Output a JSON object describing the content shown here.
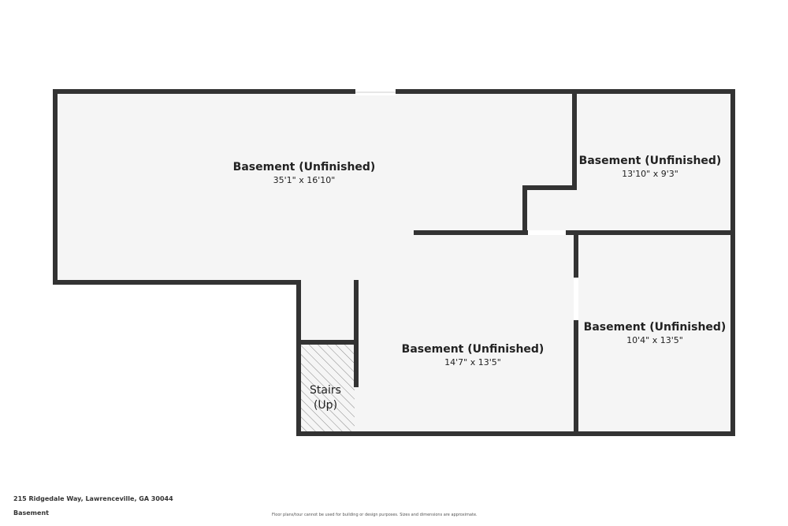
{
  "rooms": [
    {
      "name": "Basement (Unfinished)",
      "dims": "35'1\" x 16'10\""
    },
    {
      "name": "Basement (Unfinished)",
      "dims": "13'10\" x 9'3\""
    },
    {
      "name": "Basement (Unfinished)",
      "dims": "14'7\" x 13'5\""
    },
    {
      "name": "Basement (Unfinished)",
      "dims": "10'4\" x 13'5\""
    }
  ],
  "stairs": {
    "label": "Stairs\n(Up)"
  },
  "footer": {
    "address": "215 Ridgedale Way, Lawrenceville, GA 30044",
    "level": "Basement",
    "disclaimer": "Floor plans/tour cannot be used for building or design purposes. Sizes and dimensions are approximate."
  },
  "colors": {
    "wall": "#333333",
    "floor": "#f5f5f5",
    "opening": "#ffffff",
    "hatch": "#888888"
  }
}
